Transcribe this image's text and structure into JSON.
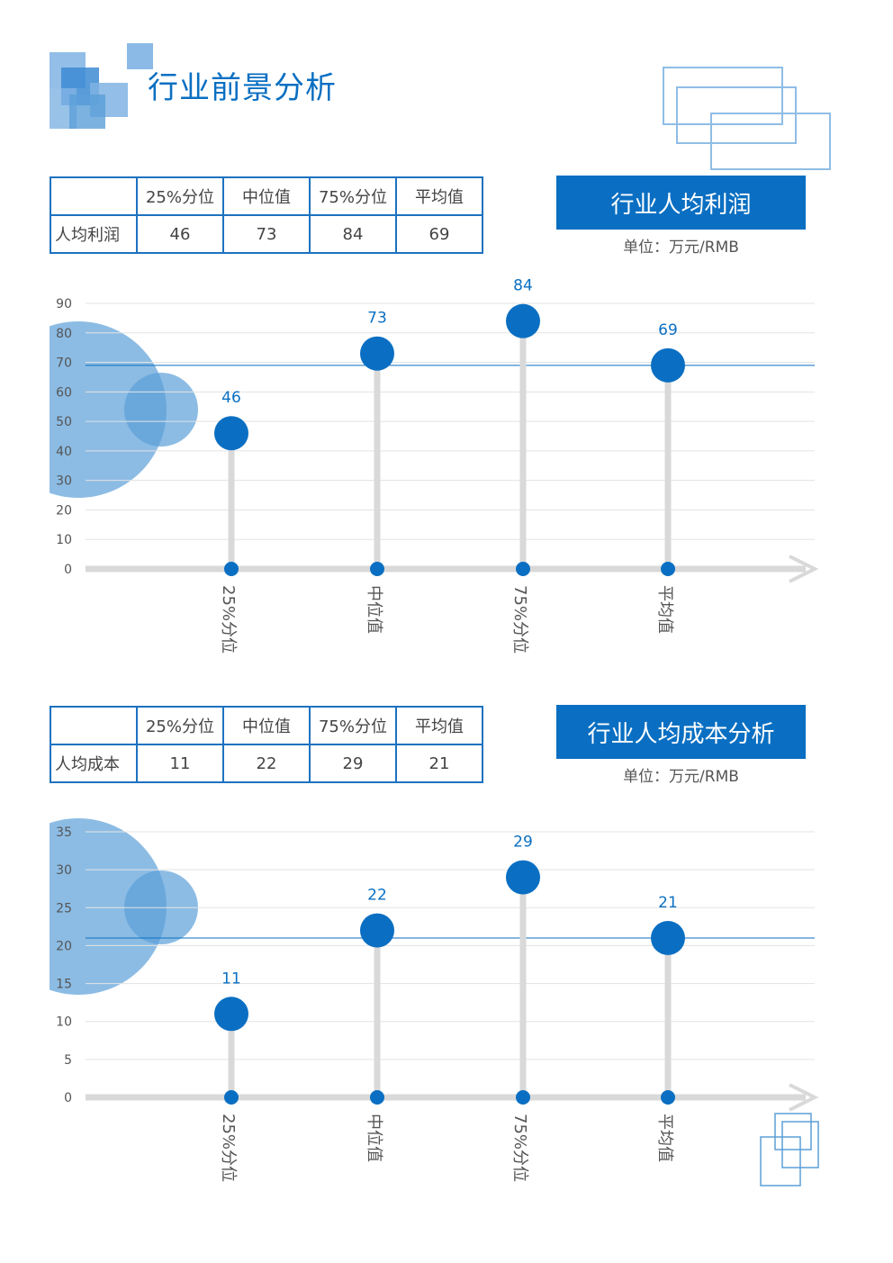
{
  "page_title": "行业前景分析",
  "colors": {
    "accent": "#0a6fc2",
    "light_accent": "#5b9fd8",
    "axis": "#d9d9d9",
    "grid": "#e3e3e3",
    "text": "#555555"
  },
  "charts": [
    {
      "banner": "行业人均利润",
      "unit": "单位：万元/RMB",
      "table": {
        "headers": [
          "",
          "25%分位",
          "中位值",
          "75%分位",
          "平均值"
        ],
        "row_label": "人均利润",
        "values": [
          "46",
          "73",
          "84",
          "69"
        ]
      }
    },
    {
      "banner": "行业人均成本分析",
      "unit": "单位：万元/RMB",
      "table": {
        "headers": [
          "",
          "25%分位",
          "中位值",
          "75%分位",
          "平均值"
        ],
        "row_label": "人均成本",
        "values": [
          "11",
          "22",
          "29",
          "21"
        ]
      }
    }
  ],
  "chart_data": [
    {
      "type": "lollipop",
      "title": "行业人均利润",
      "categories": [
        "25%分位",
        "中位值",
        "75%分位",
        "平均值"
      ],
      "values": [
        46,
        73,
        84,
        69
      ],
      "y_ticks": [
        0,
        10,
        20,
        30,
        40,
        50,
        60,
        70,
        80,
        90
      ],
      "ylim": [
        0,
        90
      ],
      "reference_line": 69,
      "grid": true
    },
    {
      "type": "lollipop",
      "title": "行业人均成本分析",
      "categories": [
        "25%分位",
        "中位值",
        "75%分位",
        "平均值"
      ],
      "values": [
        11,
        22,
        29,
        21
      ],
      "y_ticks": [
        0,
        5,
        10,
        15,
        20,
        25,
        30,
        35
      ],
      "ylim": [
        0,
        35
      ],
      "reference_line": 21,
      "grid": true
    }
  ]
}
